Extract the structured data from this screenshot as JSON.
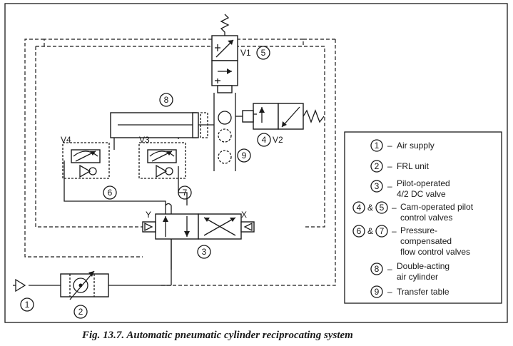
{
  "components": {
    "v1": "V1",
    "v2": "V2",
    "v3": "V3",
    "v4": "V4",
    "port_x": "X",
    "port_y": "Y"
  },
  "callouts": [
    "1",
    "2",
    "3",
    "4",
    "5",
    "6",
    "7",
    "8",
    "9"
  ],
  "legend": {
    "dash": "–",
    "amp": "&",
    "items": [
      {
        "nums": [
          "1"
        ],
        "lines": [
          "Air supply"
        ]
      },
      {
        "nums": [
          "2"
        ],
        "lines": [
          "FRL unit"
        ]
      },
      {
        "nums": [
          "3"
        ],
        "lines": [
          "Pilot-operated",
          "4/2 DC valve"
        ]
      },
      {
        "nums": [
          "4",
          "5"
        ],
        "lines": [
          "Cam-operated pilot",
          "control valves"
        ]
      },
      {
        "nums": [
          "6",
          "7"
        ],
        "lines": [
          "Pressure-",
          "compensated",
          "flow control valves"
        ]
      },
      {
        "nums": [
          "8"
        ],
        "lines": [
          "Double-acting",
          "air cylinder"
        ]
      },
      {
        "nums": [
          "9"
        ],
        "lines": [
          "Transfer table"
        ]
      }
    ]
  },
  "caption": "Fig. 13.7. Automatic pneumatic cylinder reciprocating system"
}
